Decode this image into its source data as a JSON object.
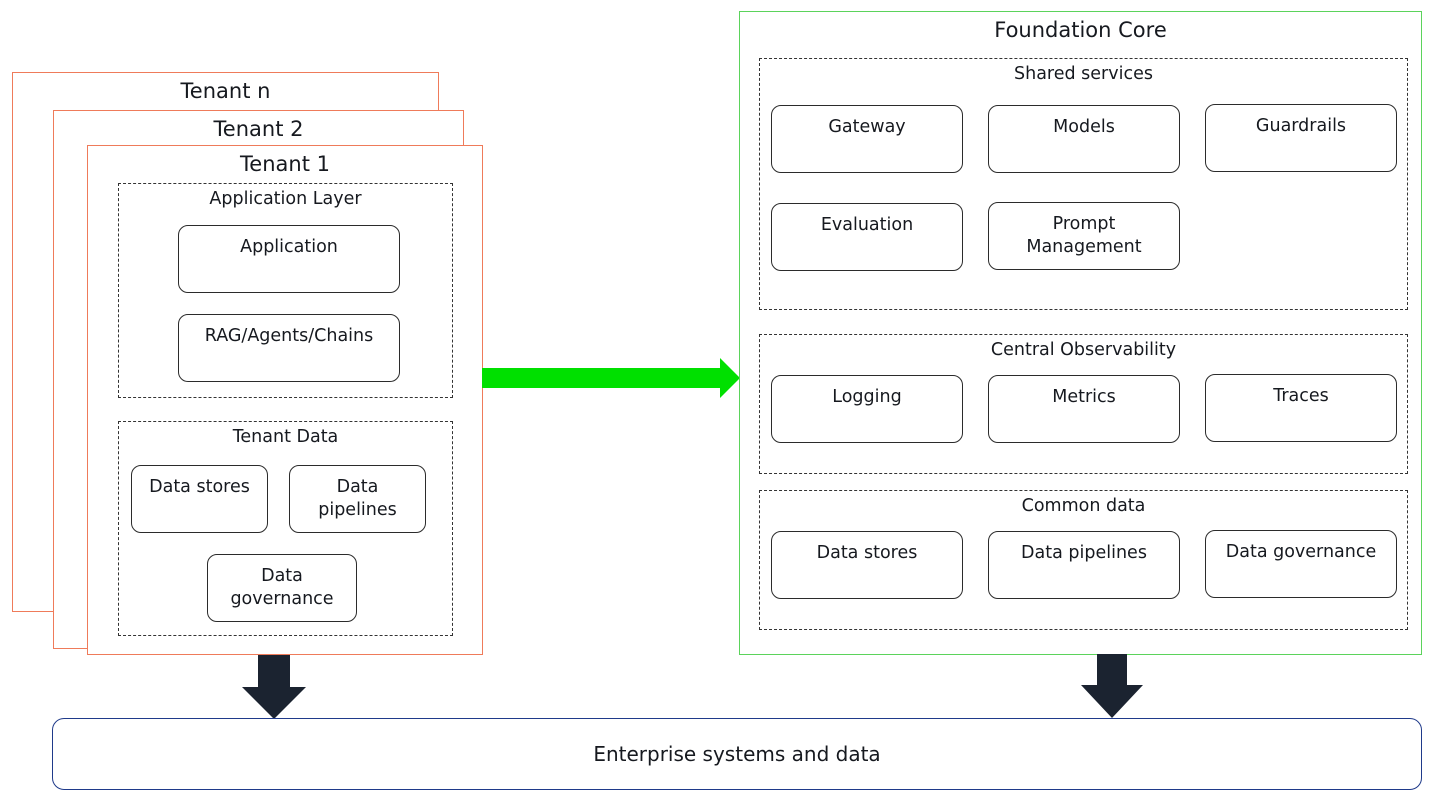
{
  "tenants": {
    "tenant_n": "Tenant n",
    "tenant_2": "Tenant 2",
    "tenant_1": "Tenant 1",
    "application_layer": {
      "title": "Application Layer",
      "items": [
        "Application",
        "RAG/Agents/Chains"
      ]
    },
    "tenant_data": {
      "title": "Tenant Data",
      "items": [
        "Data stores",
        "Data\npipelines",
        "Data\ngovernance"
      ]
    }
  },
  "foundation_core": {
    "title": "Foundation Core",
    "shared_services": {
      "title": "Shared services",
      "items": [
        "Gateway",
        "Models",
        "Guardrails",
        "Evaluation",
        "Prompt\nManagement"
      ]
    },
    "central_observability": {
      "title": "Central Observability",
      "items": [
        "Logging",
        "Metrics",
        "Traces"
      ]
    },
    "common_data": {
      "title": "Common data",
      "items": [
        "Data stores",
        "Data pipelines",
        "Data governance"
      ]
    }
  },
  "enterprise": {
    "label": "Enterprise systems and data"
  },
  "colors": {
    "tenant_border": "#ef7b5a",
    "core_border": "#5bd35b",
    "flow_arrow": "#00e000",
    "down_arrow": "#1b2330",
    "enterprise_border": "#1f3a8a"
  }
}
